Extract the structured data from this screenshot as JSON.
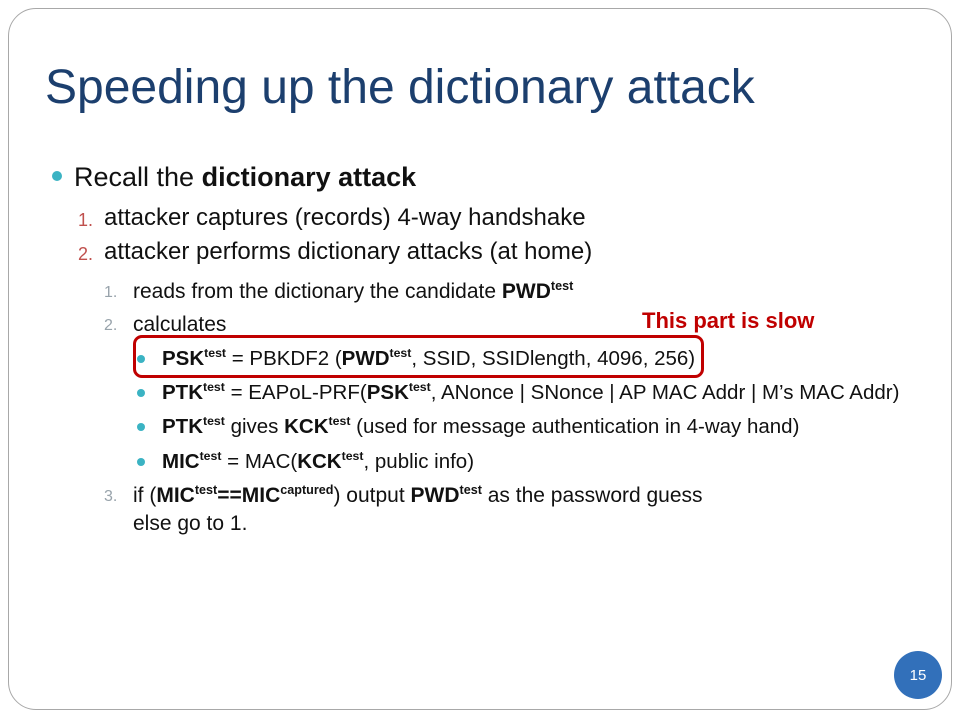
{
  "slide": {
    "title": "Speeding up the dictionary attack",
    "intro": {
      "lead": "Recall the ",
      "emphasis": "dictionary attack"
    },
    "steps": [
      {
        "number": "1.",
        "text": "attacker captures (records) 4-way handshake"
      },
      {
        "number": "2.",
        "text": "attacker performs dictionary attacks (at home)"
      }
    ],
    "substeps": [
      {
        "number": "1.",
        "text": "reads from the dictionary the candidate ",
        "variable": "PWD",
        "superscript": "test"
      },
      {
        "number": "2.",
        "text": "calculates"
      },
      {
        "number": "3.",
        "segments": [
          "if (",
          "MIC",
          "test",
          "==MIC",
          "captured",
          ") output ",
          "PWD",
          "test",
          " as the password guess"
        ],
        "continuation": "else go to 1."
      }
    ],
    "calculations": [
      {
        "segments": [
          "PSK",
          "test",
          " = PBKDF2 (",
          "PWD",
          "test",
          ", SSID, SSIDlength, 4096, 256)"
        ]
      },
      {
        "segments": [
          "PTK",
          "test",
          " = EAPoL-PRF(",
          "PSK",
          "test",
          ", ANonce | SNonce | AP MAC Addr | M’s MAC Addr)"
        ]
      },
      {
        "segments": [
          "PTK",
          "test",
          " gives ",
          "KCK",
          "test",
          " (used for message authentication in 4-way hand)"
        ]
      },
      {
        "segments": [
          "MIC",
          "test",
          " = MAC(",
          "KCK",
          "test",
          ", public info)"
        ]
      }
    ],
    "callout": "This part is slow",
    "page_number": "15",
    "theme": {
      "title": "#1C3F6E",
      "bullet": "#3BB3C3",
      "step_number": "#C0504D",
      "substep_number": "#98A3AB",
      "highlight": "#C00000",
      "page_badge": "#3270BA"
    }
  }
}
